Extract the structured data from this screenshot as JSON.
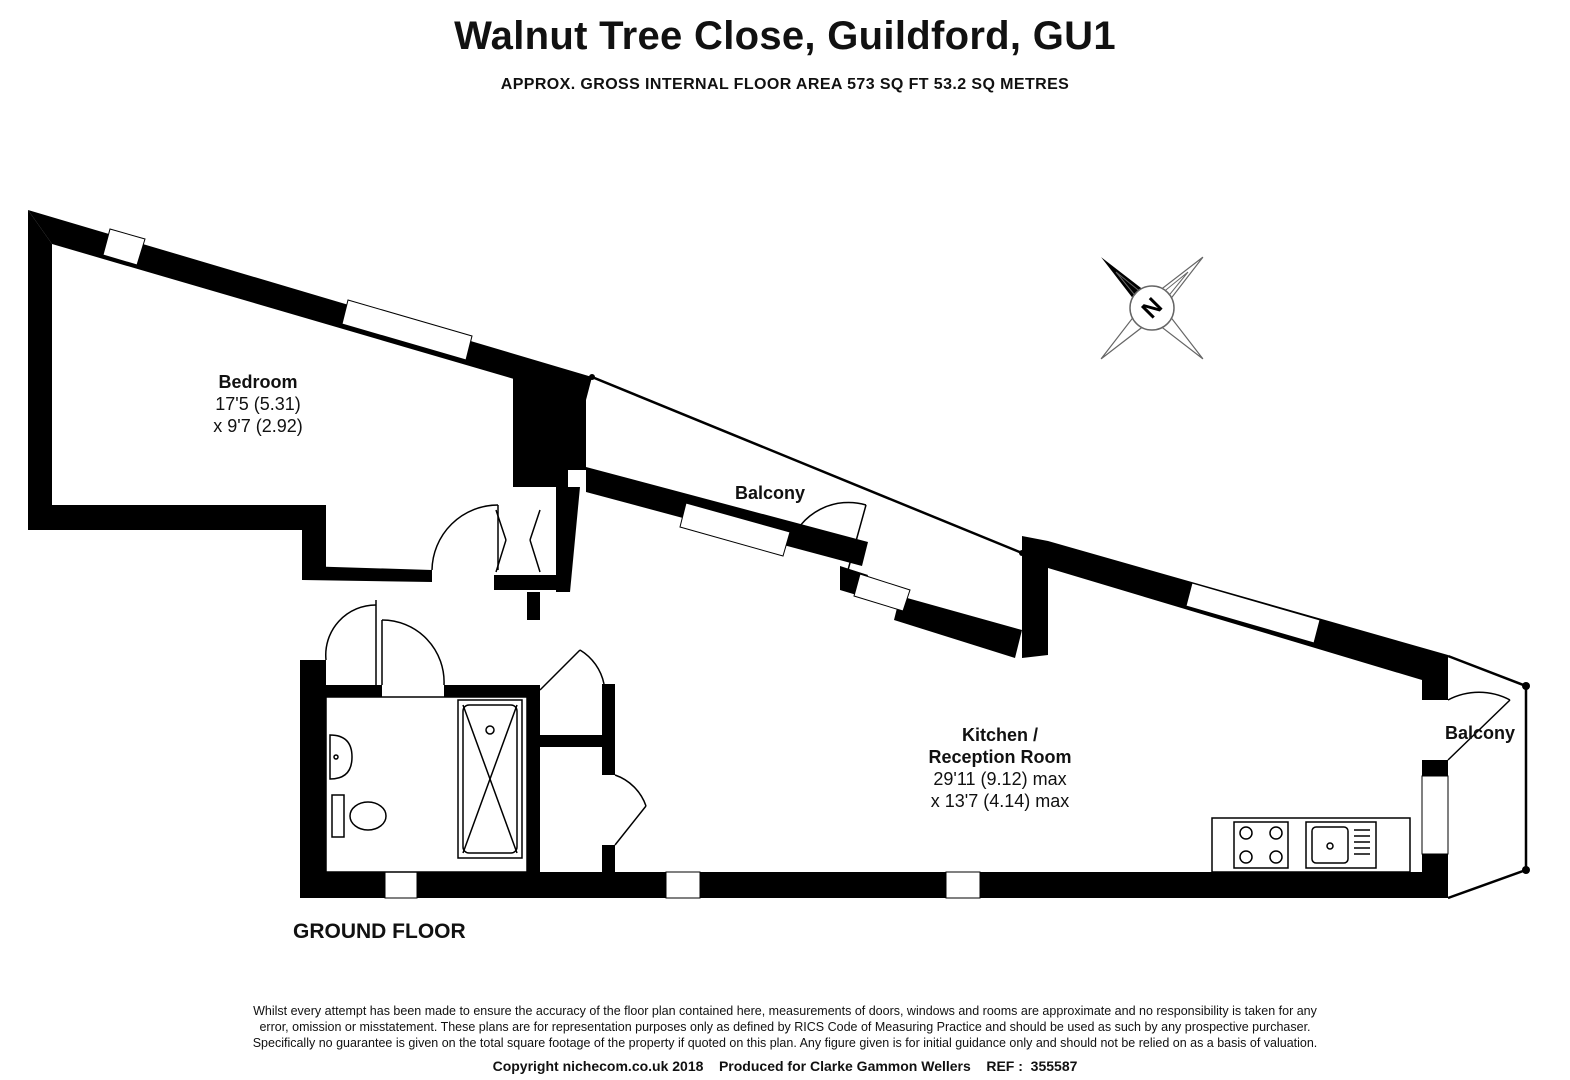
{
  "header": {
    "title": "Walnut Tree Close, Guildford, GU1",
    "subtitle": "APPROX. GROSS INTERNAL FLOOR AREA 573 SQ FT 53.2 SQ METRES"
  },
  "rooms": {
    "bedroom": {
      "name": "Bedroom",
      "dim1": "17'5  (5.31)",
      "dim2": "x 9'7 (2.92)"
    },
    "kitchen": {
      "name1": "Kitchen /",
      "name2": "Reception Room",
      "dim1": "29'11 (9.12) max",
      "dim2": "x 13'7 (4.14) max"
    },
    "balcony_top": {
      "name": "Balcony"
    },
    "balcony_right": {
      "name": "Balcony"
    }
  },
  "compass": {
    "letter": "N"
  },
  "floor_label": "GROUND FLOOR",
  "footer": {
    "disclaimer_1": "Whilst every attempt has been made to ensure the accuracy of the floor plan contained here, measurements of doors, windows and rooms are approximate and no responsibility is taken for any",
    "disclaimer_2": "error, omission or misstatement. These plans are for representation purposes only as defined by RICS Code of Measuring Practice and should be used as such by any prospective purchaser.",
    "disclaimer_3": "Specifically no guarantee is given on the total square footage of the property if quoted on this plan. Any figure given is for initial guidance only and should not be relied on as a basis of valuation.",
    "copyright": "Copyright nichecom.co.uk 2018    Produced for Clarke Gammon Wellers    REF :  355587"
  },
  "colors": {
    "wall": "#000000",
    "window": "#ffffff",
    "line": "#000000",
    "compass": "#555555"
  }
}
